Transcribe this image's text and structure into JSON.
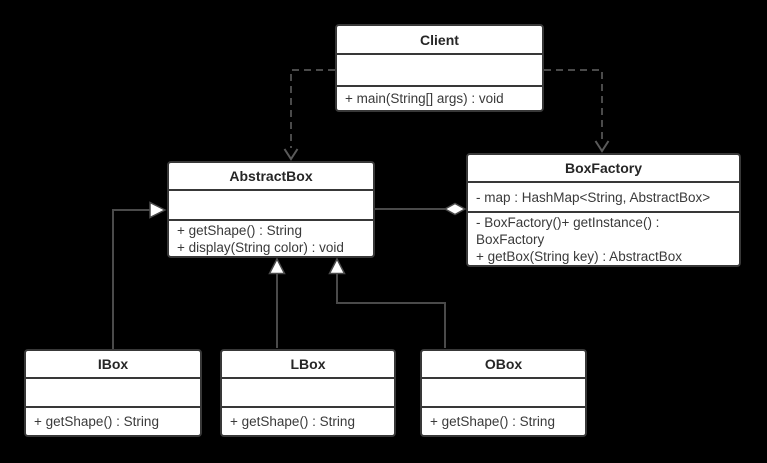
{
  "diagram": {
    "background_color": "#000000",
    "box_fill_color": "#ffffff",
    "box_border_color": "#383838",
    "connector_color": "#4a4a4a",
    "classes": [
      {
        "id": "client",
        "name": "Client",
        "attributes": [],
        "methods": [
          "+ main(String[] args) : void"
        ]
      },
      {
        "id": "abstractbox",
        "name": "AbstractBox",
        "attributes": [],
        "methods": [
          "+ getShape() : String",
          "+ display(String color) : void"
        ]
      },
      {
        "id": "boxfactory",
        "name": "BoxFactory",
        "attributes": [
          "- map : HashMap<String, AbstractBox>"
        ],
        "methods": [
          "- BoxFactory()+ getInstance() : BoxFactory",
          "+ getBox(String key) : AbstractBox"
        ]
      },
      {
        "id": "ibox",
        "name": "IBox",
        "attributes": [],
        "methods": [
          "+ getShape() : String"
        ]
      },
      {
        "id": "lbox",
        "name": "LBox",
        "attributes": [],
        "methods": [
          "+ getShape() : String"
        ]
      },
      {
        "id": "obox",
        "name": "OBox",
        "attributes": [],
        "methods": [
          "+ getShape() : String"
        ]
      }
    ],
    "relationships": [
      {
        "from": "Client",
        "to": "AbstractBox",
        "type": "dependency"
      },
      {
        "from": "Client",
        "to": "BoxFactory",
        "type": "dependency"
      },
      {
        "from": "IBox",
        "to": "AbstractBox",
        "type": "generalization"
      },
      {
        "from": "LBox",
        "to": "AbstractBox",
        "type": "generalization"
      },
      {
        "from": "OBox",
        "to": "AbstractBox",
        "type": "generalization"
      },
      {
        "from": "AbstractBox",
        "to": "BoxFactory",
        "type": "aggregation"
      }
    ]
  }
}
